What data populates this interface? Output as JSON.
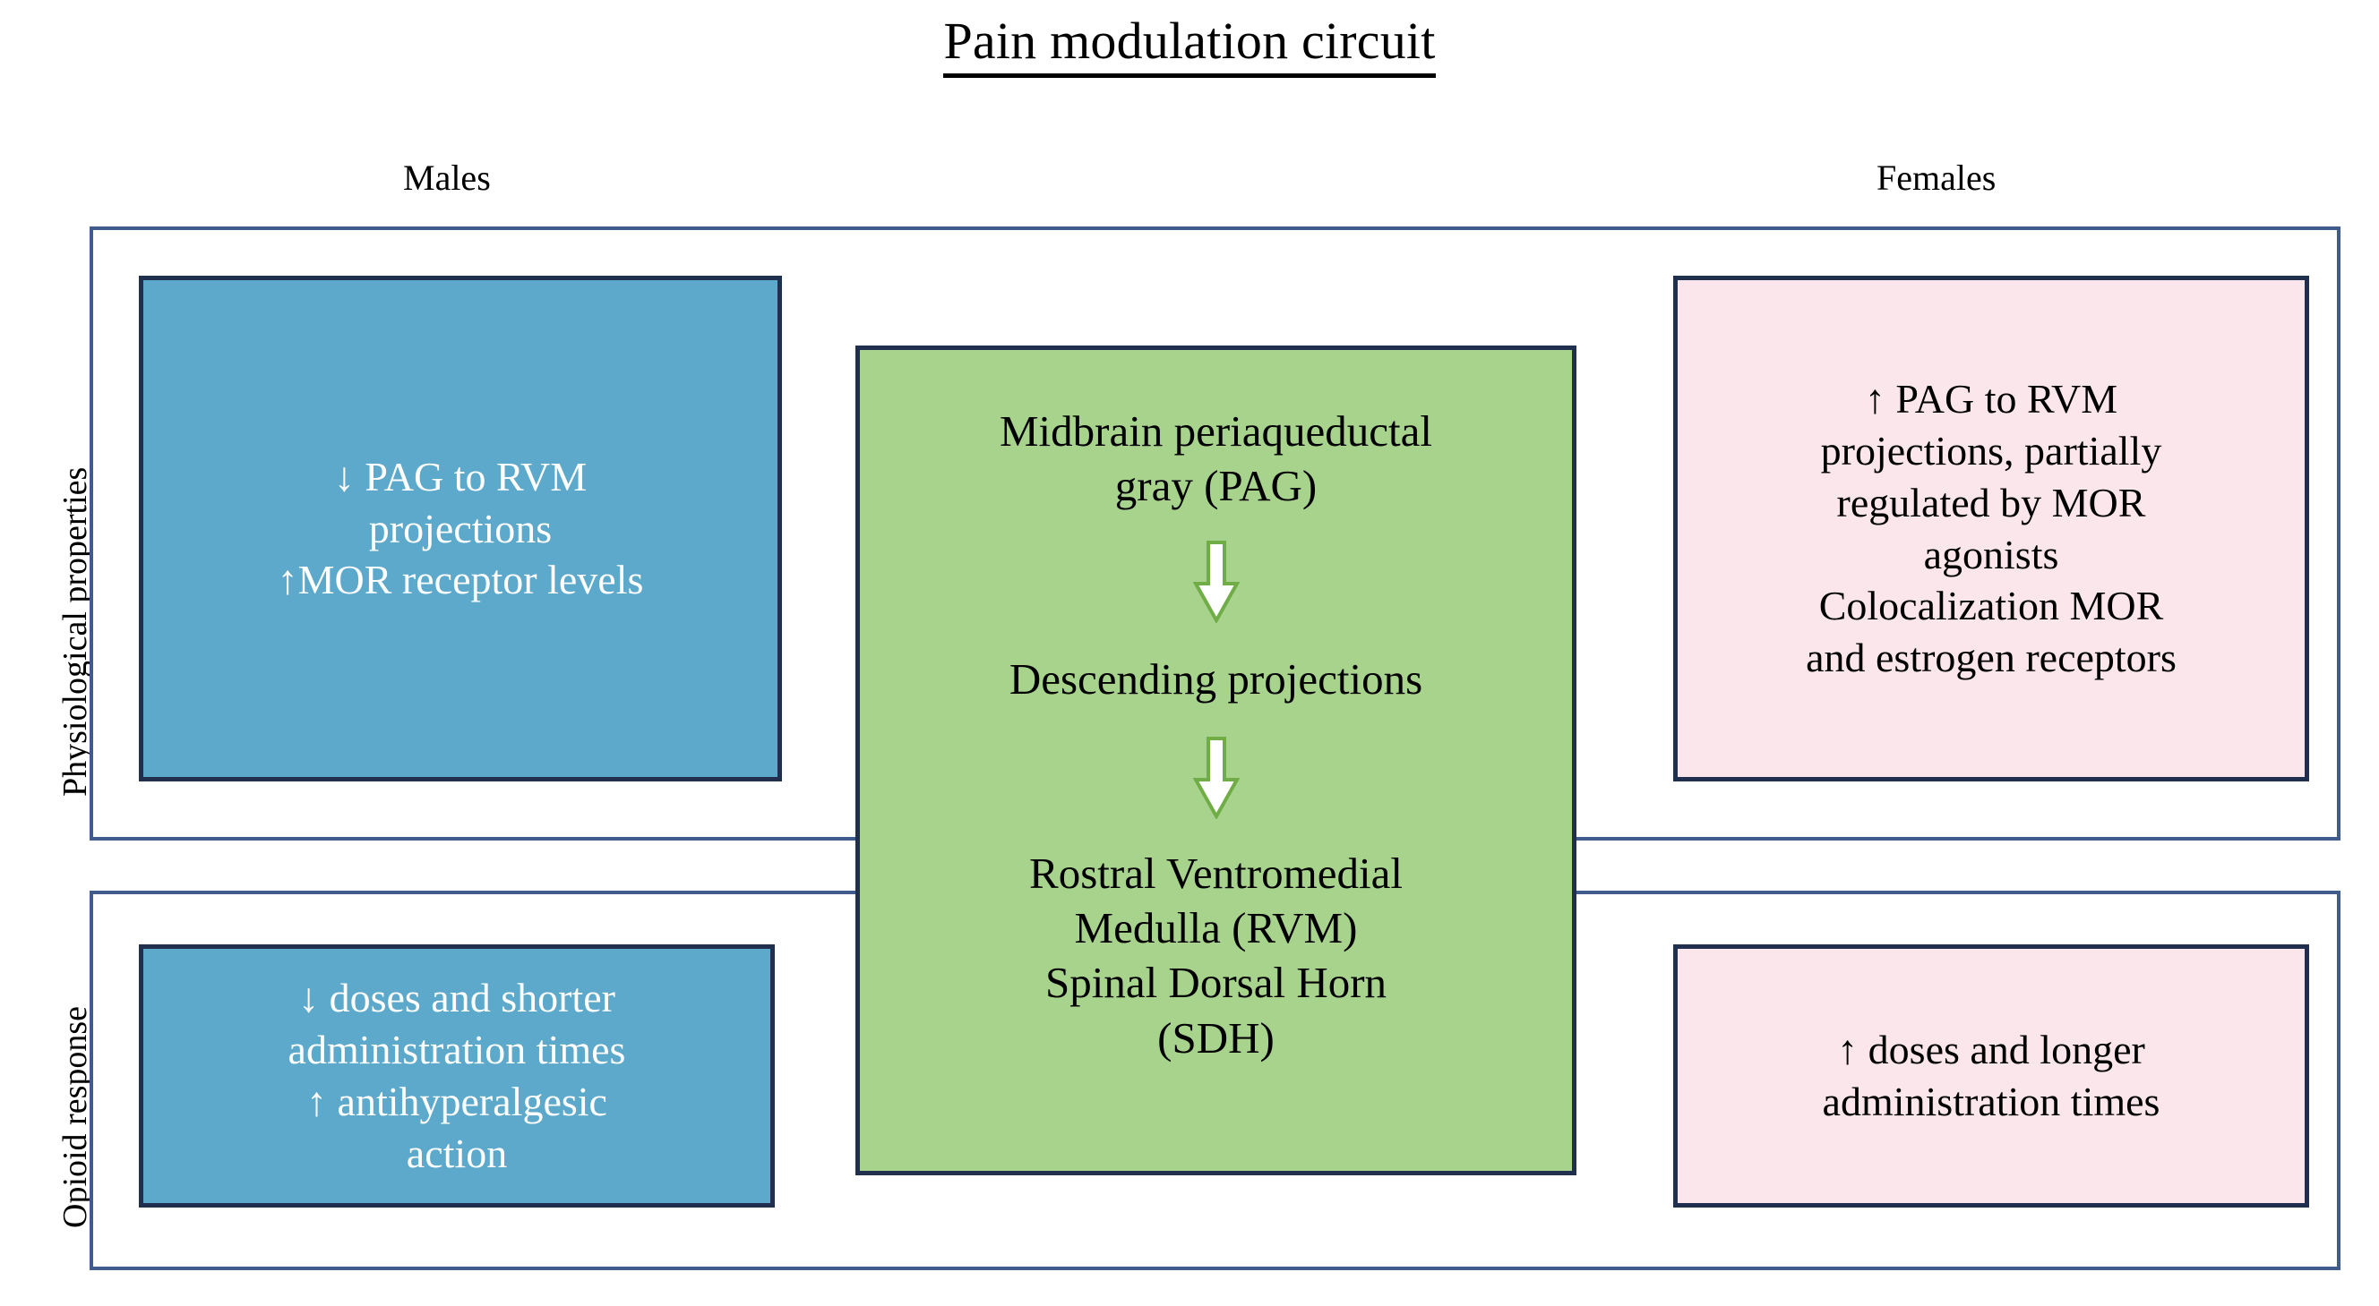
{
  "figure": {
    "title": "Pain modulation circuit"
  },
  "columns": {
    "males": "Males",
    "females": "Females"
  },
  "rows": {
    "physiological": "Physiological properties",
    "opioid": "Opioid response"
  },
  "colors": {
    "male_box_fill": "#5ca9cb",
    "female_box_fill": "#fbe6ec",
    "pathway_box_fill": "#a7d38d",
    "box_border": "#1f2f4d",
    "section_frame": "#3f5c8c",
    "arrow_fill": "#ffffff",
    "arrow_outline": "#70ad47",
    "male_text": "#ffffff",
    "female_text": "#000000"
  },
  "boxes": {
    "male_physiological": {
      "lines": [
        "↓ PAG to RVM",
        "projections",
        "↑MOR receptor levels"
      ]
    },
    "female_physiological": {
      "lines": [
        "↑ PAG to RVM",
        "projections, partially",
        "regulated by MOR",
        "agonists",
        "Colocalization MOR",
        "and estrogen receptors"
      ]
    },
    "male_opioid": {
      "lines": [
        "↓ doses and shorter",
        "administration times",
        "↑ antihyperalgesic",
        "action"
      ]
    },
    "female_opioid": {
      "lines": [
        "↑ doses and longer",
        "administration times"
      ]
    }
  },
  "pathway": {
    "step1": {
      "lines": [
        "Midbrain periaqueductal",
        "gray (PAG)"
      ]
    },
    "arrow1": "down-block-arrow-icon",
    "step2": {
      "lines": [
        "Descending projections"
      ]
    },
    "arrow2": "down-block-arrow-icon",
    "step3": {
      "lines": [
        "Rostral Ventromedial",
        "Medulla (RVM)",
        "Spinal Dorsal Horn",
        "(SDH)"
      ]
    }
  }
}
